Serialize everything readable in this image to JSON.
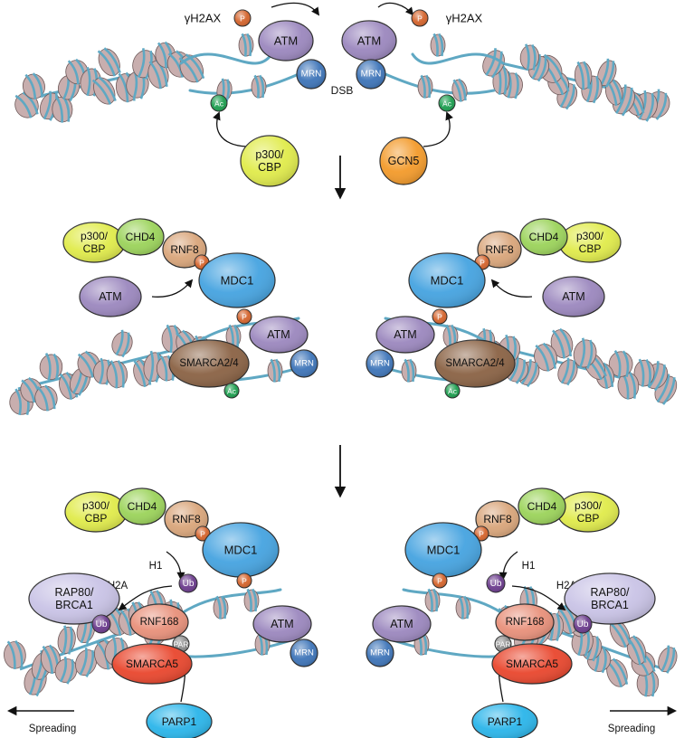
{
  "colors": {
    "atm": "#9b87be",
    "mrn": "#3d74b8",
    "mdc1": "#45a3e0",
    "rnf8": "#d9a57a",
    "chd4": "#9bd35a",
    "p300": "#e0eb4a",
    "gcn5": "#f39a2a",
    "smarca24": "#8a6244",
    "smarca5": "#e9462d",
    "rnf168": "#e8907a",
    "rap80": "#c9c3e6",
    "parp1": "#2ab5ea",
    "phospho": "#d4632b",
    "acetyl": "#1b9e4e",
    "ubiquitin": "#6a3a8c",
    "par": "#8c8c8c",
    "nucleosome": "#c8aeae",
    "dna": "#5fa8c3"
  },
  "labels": {
    "gh2ax": "γH2AX",
    "dsb": "DSB",
    "atm": "ATM",
    "mrn": "MRN",
    "p": "P",
    "ac": "Ac",
    "ub": "Ub",
    "par": "PAR",
    "p300_line1": "p300/",
    "p300_line2": "CBP",
    "gcn5": "GCN5",
    "chd4": "CHD4",
    "rnf8": "RNF8",
    "mdc1": "MDC1",
    "smarca24": "SMARCA2/4",
    "smarca5": "SMARCA5",
    "rnf168": "RNF168",
    "rap80_line1": "RAP80/",
    "rap80_line2": "BRCA1",
    "parp1": "PARP1",
    "h1": "H1",
    "h2a": "H2A",
    "spreading": "Spreading"
  }
}
